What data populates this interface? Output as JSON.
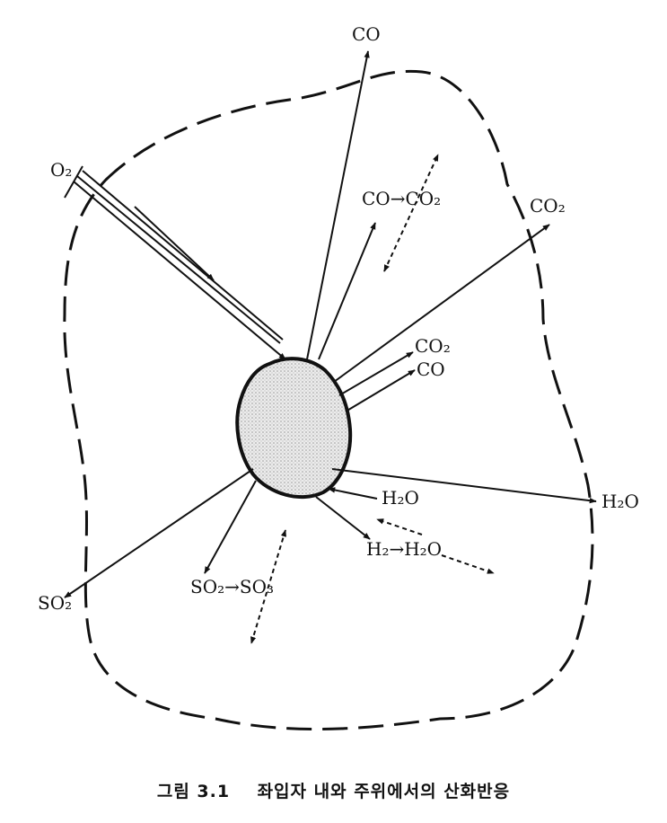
{
  "labels": {
    "co_top": "CO",
    "o2_in": "O₂",
    "co_to_co2": "CO→CO₂",
    "co2_right": "CO₂",
    "co2_surface": "CO₂",
    "co_surface": "CO",
    "h2o_surface": "H₂O",
    "h2o_right": "H₂O",
    "h2_to_h2o": "H₂→H₂O",
    "so2_left": "SO₂",
    "so2_to_so3": "SO₂→SO₃"
  },
  "caption": {
    "figure_number": "그림 3.1",
    "title": "좌입자 내와 주위에서의 산화반응"
  },
  "colors": {
    "ink": "#111111",
    "particle_fill": "#e6e6e6"
  }
}
